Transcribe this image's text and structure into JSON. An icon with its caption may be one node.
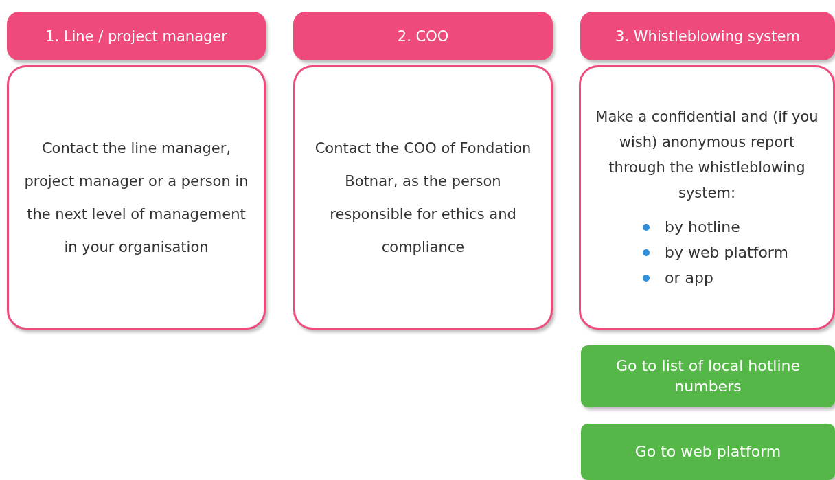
{
  "diagram": {
    "nodes": [
      {
        "text": [
          "1.  Line / project manager"
        ]
      },
      {
        "text": [
          "Contact the line manager, project manager or a person in the next level of management in your organisation"
        ]
      },
      {
        "text": [
          "2. COO"
        ]
      },
      {
        "text": [
          "Contact the COO of Fondation Botnar, as the person responsible for ethics and compliance"
        ]
      },
      {
        "text": [
          "3. Whistleblowing system"
        ]
      },
      {
        "text": [
          "Make a confidential and (if you wish) anonymous report through the whistleblowing system:",
          "by hotline",
          "by web platform",
          "or app"
        ]
      },
      {
        "text": [
          "Go to list of local hotline numbers"
        ]
      },
      {
        "text": [
          "Go to web platform"
        ]
      }
    ]
  }
}
